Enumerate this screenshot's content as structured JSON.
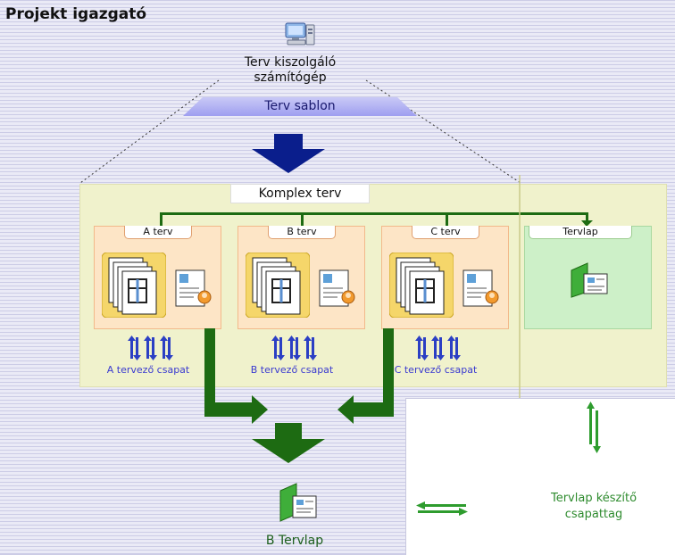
{
  "title": "Projekt igazgató",
  "server": {
    "line1": "Terv kiszolgáló",
    "line2": "számítógép",
    "icon": "computer-icon"
  },
  "template": {
    "label": "Terv sablon"
  },
  "complex_plan": {
    "title": "Komplex terv",
    "boxes": [
      {
        "label": "A terv",
        "team": "A tervező csapat"
      },
      {
        "label": "B terv",
        "team": "B tervező csapat"
      },
      {
        "label": "C terv",
        "team": "C tervező csapat"
      },
      {
        "label": "Tervlap"
      }
    ]
  },
  "tervlap_team": {
    "line1": "Tervlap készítő",
    "line2": "csapattag"
  },
  "output": {
    "label": "B Tervlap"
  },
  "colors": {
    "dark_green": "#1d6b12",
    "arrow_blue": "#0a1e8c",
    "team_text": "#3a3ad0",
    "panel_yellow": "#f0f2cc",
    "box_orange": "#fde5c6",
    "box_green": "#cdf0c8"
  }
}
